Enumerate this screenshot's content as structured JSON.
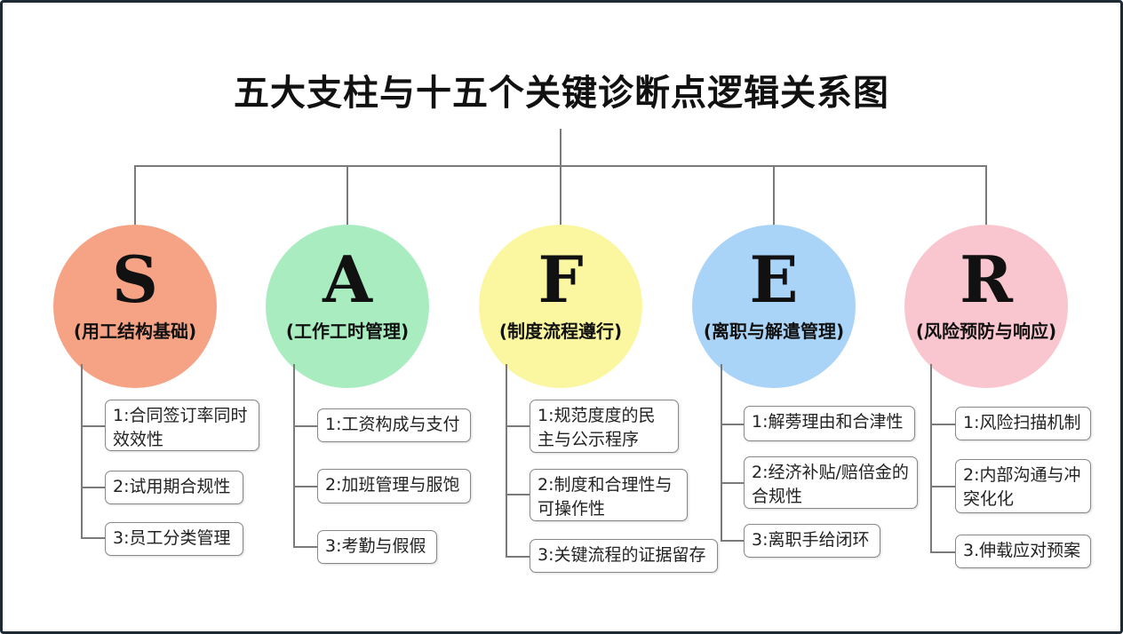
{
  "title": "五大支柱与十五个关键诊断点逻辑关系图",
  "pillars": [
    {
      "letter": "S",
      "name": "(用工结构基础)",
      "color": "#f6a385",
      "items": [
        "1:合同签订率同时效效性",
        "2:试用期合规性",
        "3:员工分类管理"
      ]
    },
    {
      "letter": "A",
      "name": "(工作工时管理)",
      "color": "#a8ecc0",
      "items": [
        "1:工资构成与支付",
        "2:加班管理与服饱",
        "3:考勤与假假"
      ]
    },
    {
      "letter": "F",
      "name": "(制度流程遵行)",
      "color": "#fbf7a0",
      "items": [
        "1:规范度度的民主与公示程序",
        "2:制度和合理性与可操作性",
        "3:关键流程的证据留存"
      ]
    },
    {
      "letter": "E",
      "name": "(离职与解遣管理)",
      "color": "#a9d3f7",
      "items": [
        "1:解蒡理由和合津性",
        "2:经济补贴/赔倍金的合规性",
        "3:离职手给闭环"
      ]
    },
    {
      "letter": "R",
      "name": "(风险预防与响应)",
      "color": "#f9c6cf",
      "items": [
        "1:风险扫描机制",
        "2:内部沟通与冲突化化",
        "3.伸载应对预案"
      ]
    }
  ]
}
